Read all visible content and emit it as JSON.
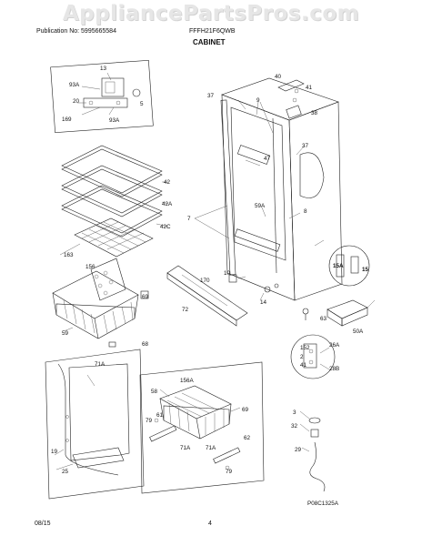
{
  "watermark": "AppliancePartsPros.com",
  "header": {
    "publication": "Publication No: 5995665584",
    "model": "FFFH21F6QWB",
    "title": "CABINET"
  },
  "footer": {
    "date": "08/15",
    "page": "4"
  },
  "diagram_code": "P08C1325A",
  "callouts": {
    "c13": "13",
    "c93a_top": "93A",
    "c20": "20",
    "c5": "5",
    "c169": "169",
    "c93a_bottom": "93A",
    "c40": "40",
    "c41": "41",
    "c38": "38",
    "c37_top": "37",
    "c9": "9",
    "c37_right": "37",
    "c47": "47",
    "c7": "7",
    "c59a": "59A",
    "c8": "8",
    "c42": "42",
    "c42a": "42A",
    "c42c": "42C",
    "c163": "163",
    "c156": "156",
    "c69_basket": "69",
    "c59": "59",
    "c68": "68",
    "c15a": "15A",
    "c15": "15",
    "c170": "170",
    "c10": "10",
    "c72": "72",
    "c14": "14",
    "c63": "63",
    "c50a": "50A",
    "c152": "152",
    "c26a": "26A",
    "c2": "2",
    "c41_detail": "41",
    "c28b": "28B",
    "c71a_panel": "71A",
    "c19": "19",
    "c25": "25",
    "c156a": "156A",
    "c58": "58",
    "c69_wire": "69",
    "c79_left": "79",
    "c61": "61",
    "c71a_wire_left": "71A",
    "c71a_wire_right": "71A",
    "c62": "62",
    "c79_bottom": "79",
    "c3": "3",
    "c32": "32",
    "c29": "29"
  }
}
